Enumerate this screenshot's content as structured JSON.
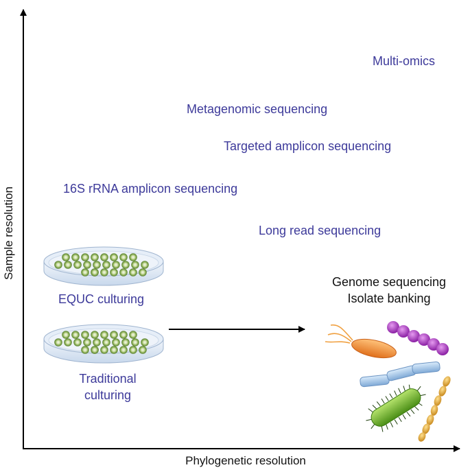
{
  "axes": {
    "x_label": "Phylogenetic resolution",
    "y_label": "Sample resolution"
  },
  "methods": [
    {
      "label": "Multi-omics"
    },
    {
      "label": "Metagenomic sequencing"
    },
    {
      "label": "Targeted amplicon sequencing"
    },
    {
      "label": "16S rRNA amplicon sequencing"
    },
    {
      "label": "Long read sequencing"
    }
  ],
  "culturing": {
    "equc": "EQUC culturing",
    "traditional_line1": "Traditional",
    "traditional_line2": "culturing"
  },
  "outcome": {
    "line1": "Genome sequencing",
    "line2": "Isolate banking"
  },
  "icons": [
    "petri-dish-icon",
    "bacteria-cluster-icon"
  ],
  "colors": {
    "method_text": "#3d3a9a",
    "colony_green": "#8db05a",
    "dish_blue": "#d6e3f3",
    "bacterium_orange": "#f08a2c",
    "bacterium_purple": "#9b2bb0",
    "bacterium_blue": "#9ec3e8",
    "bacterium_green": "#6ab023",
    "bacterium_gold": "#e3a93a"
  }
}
